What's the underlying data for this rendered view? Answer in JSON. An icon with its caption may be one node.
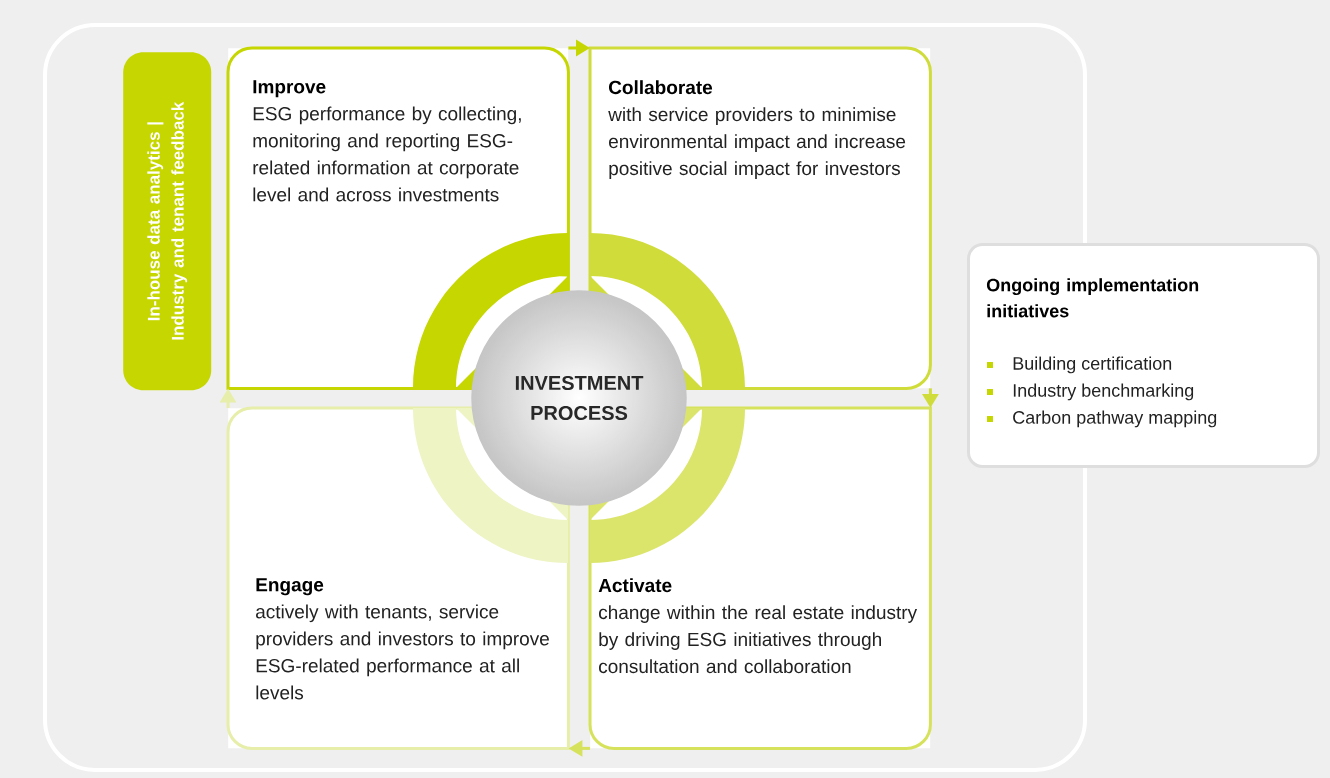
{
  "diagram": {
    "nodes": [
      {
        "text": [
          "In-house data analytics | Industry and tenant feedback"
        ]
      },
      {
        "text": [
          "Improve",
          "ESG performance by collecting, monitoring and reporting ESG-related information at corporate level and across investments"
        ]
      },
      {
        "text": [
          "Collaborate",
          "with service providers to minimise environmental impact and increase positive social impact for investors"
        ]
      },
      {
        "text": [
          "Activate",
          "change within the real estate industry by driving ESG initiatives through consultation and collaboration"
        ]
      },
      {
        "text": [
          "Engage",
          "actively with tenants, service providers and investors to improve ESG-related performance at all levels"
        ]
      },
      {
        "text": [
          "INVESTMENT PROCESS"
        ]
      },
      {
        "text": [
          "Ongoing implementation initiatives",
          "Building certification",
          "Industry benchmarking",
          "Carbon pathway mapping"
        ]
      }
    ],
    "edges": [
      {
        "from": 1,
        "to": 2,
        "arrow": "to",
        "color": "#c5d600"
      },
      {
        "from": 2,
        "to": 3,
        "arrow": "to",
        "color": "#cfdc3a"
      },
      {
        "from": 3,
        "to": 4,
        "arrow": "to",
        "color": "#d6e25c"
      },
      {
        "from": 4,
        "to": 1,
        "arrow": "to",
        "color": "#e6eeaa"
      }
    ]
  }
}
